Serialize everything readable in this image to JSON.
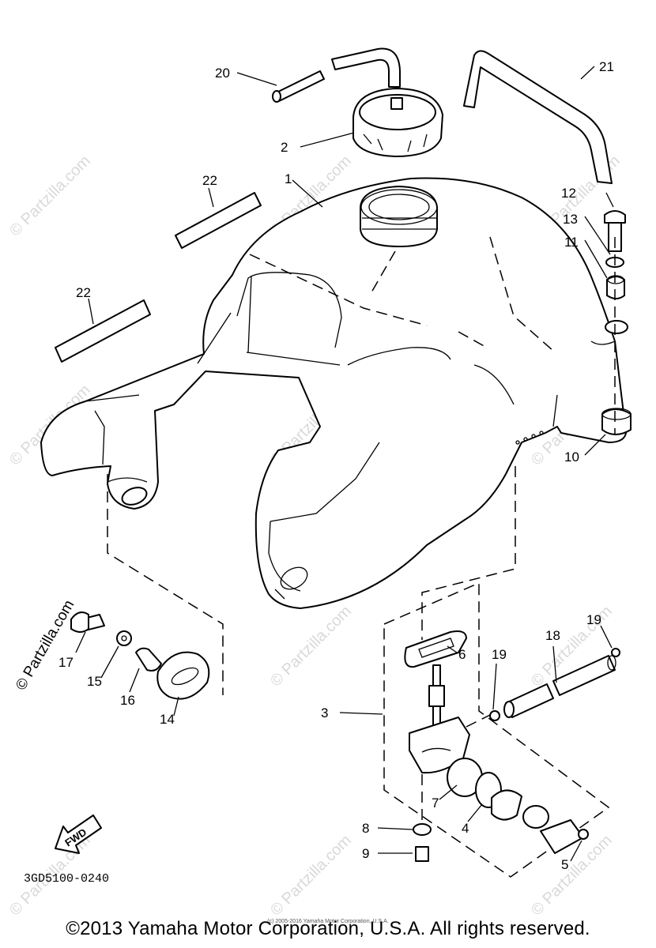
{
  "callouts": [
    "1",
    "2",
    "3",
    "4",
    "5",
    "6",
    "7",
    "8",
    "9",
    "10",
    "11",
    "12",
    "13",
    "14",
    "15",
    "16",
    "17",
    "18",
    "19",
    "19",
    "20",
    "21",
    "22",
    "22"
  ],
  "fwd_label": "FWD",
  "diagram_code": "3GD5100-0240",
  "watermark": "© Partzilla.com",
  "copyright": "©2013 Yamaha Motor Corporation, U.S.A. All rights reserved.",
  "tiny_credit": "(c) 2005-2016 Yamaha Motor Corporation, U.S.A."
}
